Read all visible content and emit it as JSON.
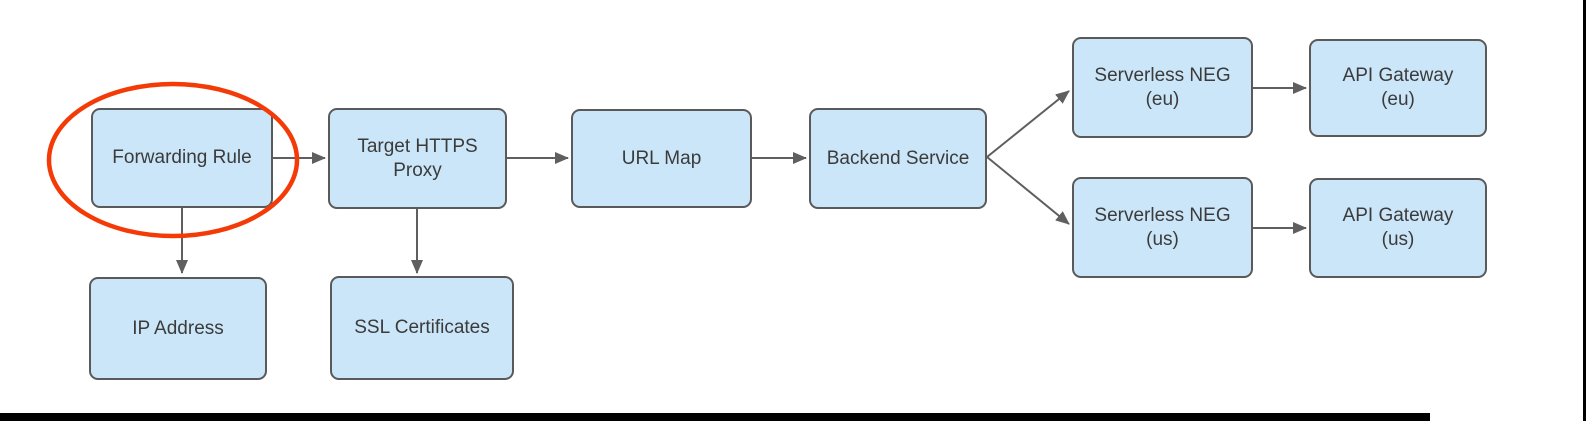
{
  "diagram": {
    "nodes": {
      "forwarding_rule": {
        "label": "Forwarding Rule"
      },
      "target_https_proxy": {
        "label": "Target HTTPS\nProxy"
      },
      "url_map": {
        "label": "URL Map"
      },
      "backend_service": {
        "label": "Backend Service"
      },
      "serverless_neg_eu": {
        "label": "Serverless NEG\n(eu)"
      },
      "api_gateway_eu": {
        "label": "API Gateway\n(eu)"
      },
      "serverless_neg_us": {
        "label": "Serverless NEG\n(us)"
      },
      "api_gateway_us": {
        "label": "API Gateway\n(us)"
      },
      "ip_address": {
        "label": "IP Address"
      },
      "ssl_certificates": {
        "label": "SSL Certificates"
      }
    },
    "edges": [
      {
        "from": "forwarding_rule",
        "to": "target_https_proxy"
      },
      {
        "from": "target_https_proxy",
        "to": "url_map"
      },
      {
        "from": "url_map",
        "to": "backend_service"
      },
      {
        "from": "backend_service",
        "to": "serverless_neg_eu"
      },
      {
        "from": "backend_service",
        "to": "serverless_neg_us"
      },
      {
        "from": "serverless_neg_eu",
        "to": "api_gateway_eu"
      },
      {
        "from": "serverless_neg_us",
        "to": "api_gateway_us"
      },
      {
        "from": "forwarding_rule",
        "to": "ip_address"
      },
      {
        "from": "target_https_proxy",
        "to": "ssl_certificates"
      }
    ],
    "highlight": {
      "target": "forwarding_rule",
      "shape": "ellipse"
    },
    "colors": {
      "node_fill": "#cbe6f8",
      "node_border": "#5a5a5a",
      "arrow": "#5f5f5f",
      "text": "#3b3b3b",
      "highlight_ellipse": "#f43b07",
      "frame_bar": "#000000"
    }
  }
}
